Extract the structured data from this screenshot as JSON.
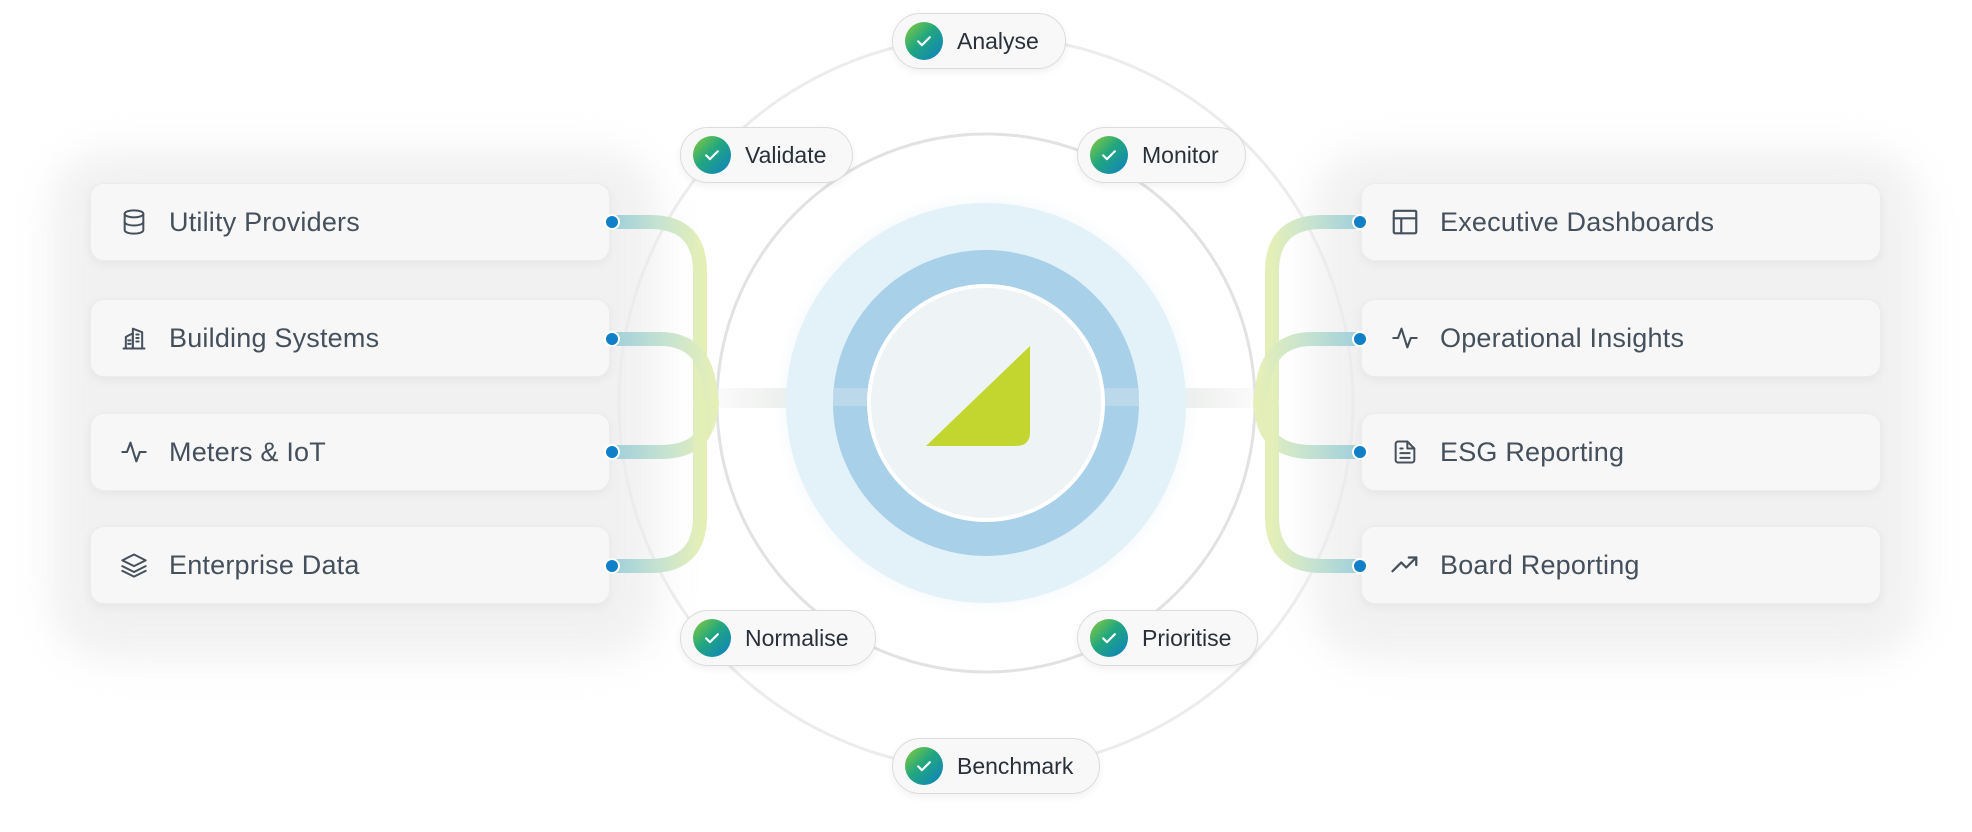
{
  "inputs": [
    {
      "label": "Utility Providers",
      "icon": "database-icon"
    },
    {
      "label": "Building Systems",
      "icon": "building-icon"
    },
    {
      "label": "Meters & IoT",
      "icon": "activity-icon"
    },
    {
      "label": "Enterprise Data",
      "icon": "layers-icon"
    }
  ],
  "outputs": [
    {
      "label": "Executive Dashboards",
      "icon": "layout-icon"
    },
    {
      "label": "Operational Insights",
      "icon": "activity-icon"
    },
    {
      "label": "ESG Reporting",
      "icon": "document-icon"
    },
    {
      "label": "Board Reporting",
      "icon": "trending-up-icon"
    }
  ],
  "steps": [
    {
      "label": "Analyse"
    },
    {
      "label": "Validate"
    },
    {
      "label": "Monitor"
    },
    {
      "label": "Normalise"
    },
    {
      "label": "Prioritise"
    },
    {
      "label": "Benchmark"
    }
  ],
  "center": {
    "icon": "triangle-logo-icon"
  },
  "colors": {
    "accent_green": "#c3d630",
    "accent_blue": "#0f7fc8",
    "connector_blue": "#9fcfdc",
    "connector_green": "#e4efb8",
    "ring_light": "#e3f1f9",
    "ring_mid": "#a9d0e9",
    "card_bg": "#f7f7f7",
    "card_text": "#44505c"
  }
}
